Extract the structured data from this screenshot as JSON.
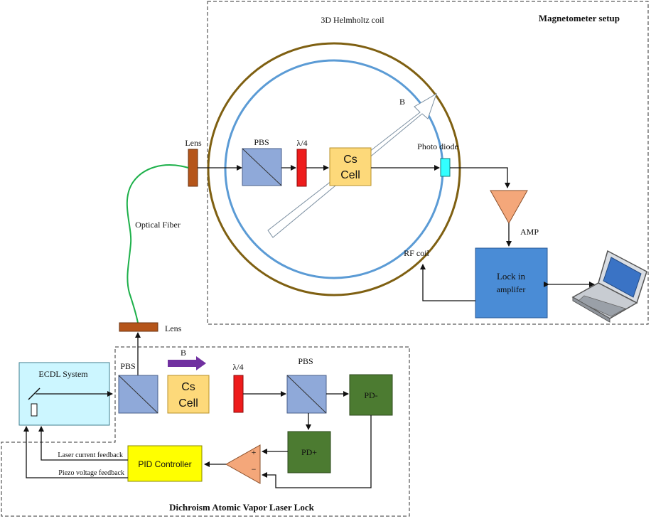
{
  "sections": {
    "magnetometer_title": "Magnetometer setup",
    "dichroism_title": "Dichroism Atomic Vapor Laser Lock"
  },
  "magnetometer": {
    "coil_label": "3D Helmholtz coil",
    "field_label": "B",
    "pbs_label": "PBS",
    "waveplate_label": "λ/4",
    "cell_line1": "Cs",
    "cell_line2": "Cell",
    "photodiode_label": "Photo diode",
    "amp_label": "AMP",
    "rf_coil_label": "RF coil",
    "lockin_line1": "Lock in",
    "lockin_line2": "amplifer"
  },
  "fiber": {
    "lens_top_label": "Lens",
    "fiber_label": "Optical Fiber",
    "lens_bottom_label": "Lens"
  },
  "lock": {
    "ecdl_label": "ECDL System",
    "pbs1_label": "PBS",
    "field_label": "B",
    "cell_line1": "Cs",
    "cell_line2": "Cell",
    "waveplate_label": "λ/4",
    "pbs2_label": "PBS",
    "pd_minus_label": "PD-",
    "pd_plus_label": "PD+",
    "pid_label": "PID Controller",
    "laser_current_feedback": "Laser current feedback",
    "piezo_voltage_feedback": "Piezo voltage feedback",
    "opamp_plus": "+",
    "opamp_minus": "−"
  },
  "colors": {
    "pbs_fill": "#8fa9d9",
    "waveplate_fill": "#ee1c1c",
    "cell_fill": "#fdd97a",
    "photodiode_fill": "#33ffff",
    "amp_fill": "#f4a77a",
    "lockin_fill": "#4a8cd6",
    "coil_outer": "#7f6012",
    "coil_inner": "#5b9bd5",
    "fiber": "#1db04a",
    "lens_fill": "#b5551a",
    "ecdl_fill": "#ccf6ff",
    "pd_fill": "#4c7b31",
    "pid_fill": "#ffff00",
    "field_arrow": "#7030a0"
  },
  "icons": {
    "computer": "laptop-icon",
    "ecdl_mirror": "mirror-icon"
  }
}
